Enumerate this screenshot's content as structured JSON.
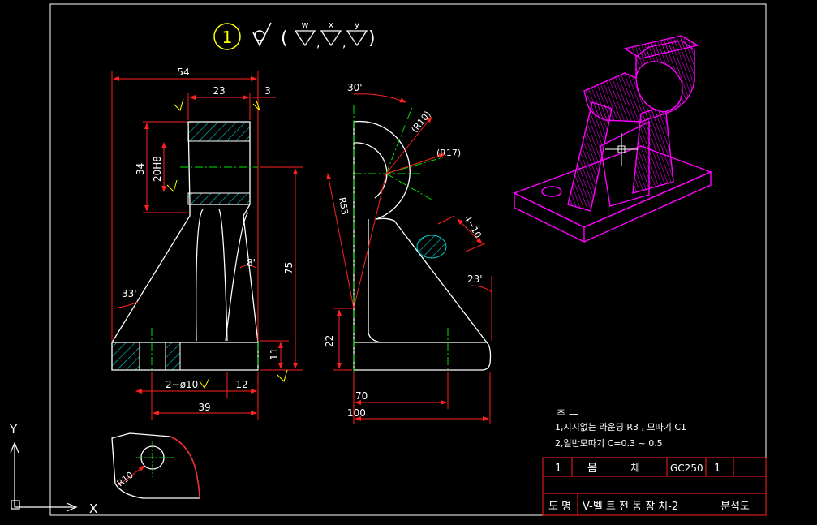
{
  "colors": {
    "background": "#000000",
    "outline": "#ffffff",
    "dimension": "#ff2020",
    "centerline": "#00e000",
    "hatch": "#00d0d0",
    "text": "#ffffff",
    "iso": "#ff00ff",
    "yellow": "#ffff00"
  },
  "header": {
    "circled_number": "1",
    "finish_symbols": [
      "w",
      "x",
      "y"
    ]
  },
  "front_view": {
    "dim_overall_width": "54",
    "dim_bore_length": "23",
    "dim_offset": "3",
    "dim_bore_height": "34",
    "dim_bore_dia": "20H8",
    "dim_taper_angle": "8'",
    "dim_height": "75",
    "dim_side_angle": "33'",
    "dim_base_thickness": "11",
    "dim_holes": "2−ø10",
    "dim_hole_offset": "12",
    "dim_hole_span": "39"
  },
  "side_view": {
    "dim_top_angle": "30'",
    "dim_r10": "(R10)",
    "dim_r17": "(R17)",
    "dim_r53": "R53",
    "dim_rib": "4−10",
    "dim_side_angle": "23'",
    "dim_base_height": "22",
    "dim_70": "70",
    "dim_100": "100"
  },
  "bottom_detail": {
    "dim_radius": "R10"
  },
  "notes": {
    "title": "주 —",
    "line1": "1,지시없는 라운딩 R3 , 모따기 C1",
    "line2": "2,일반모따기 C=0.3 ~ 0.5"
  },
  "title_block": {
    "item_no": "1",
    "part_name": "몸          체",
    "material": "GC250",
    "quantity": "1",
    "label": "도 명",
    "drawing_name": "V-벨 트 전 동 장 치-2",
    "drawing_type": "분석도"
  },
  "ucs": {
    "x_label": "X",
    "y_label": "Y"
  }
}
